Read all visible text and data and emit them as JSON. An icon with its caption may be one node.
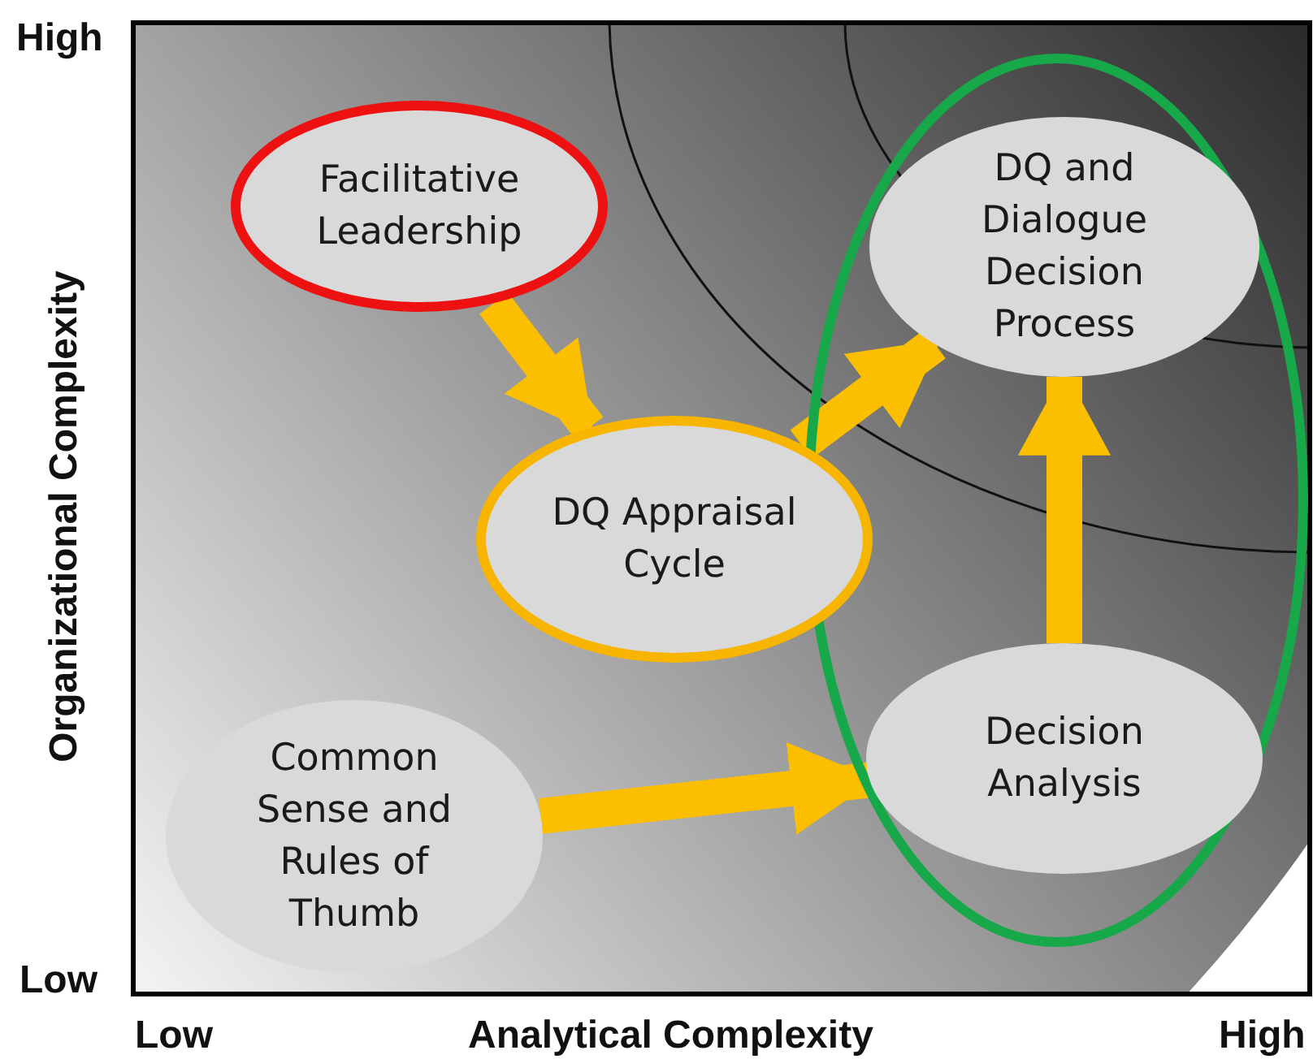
{
  "diagram": {
    "nodes": [
      {
        "text": [
          "Facilitative Leadership"
        ]
      },
      {
        "text": [
          "DQ Appraisal Cycle"
        ]
      },
      {
        "text": [
          "DQ and Dialogue Decision Process"
        ]
      },
      {
        "text": [
          "Common Sense and Rules of Thumb"
        ]
      },
      {
        "text": [
          "Decision Analysis"
        ]
      }
    ],
    "edges": [
      {
        "from": 0,
        "to": 1,
        "arrow": "to"
      },
      {
        "from": 1,
        "to": 2,
        "arrow": "to"
      },
      {
        "from": 3,
        "to": 4,
        "arrow": "to"
      },
      {
        "from": 4,
        "to": 2,
        "arrow": "to"
      }
    ],
    "labels": [
      "High",
      "Organizational Complexity",
      "Low",
      "Low",
      "Analytical Complexity",
      "High"
    ]
  }
}
